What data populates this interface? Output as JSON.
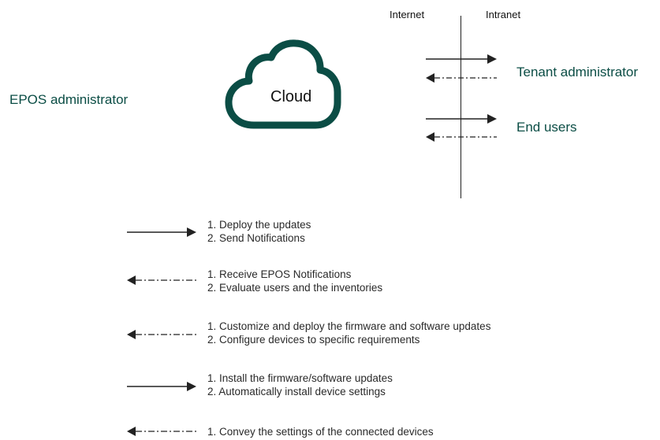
{
  "header": {
    "internet_label": "Internet",
    "intranet_label": "Intranet"
  },
  "actors": {
    "epos_admin": "EPOS administrator",
    "cloud": "Cloud",
    "tenant_admin": "Tenant administrator",
    "end_users": "End users"
  },
  "legend": [
    {
      "style": "solid",
      "lines": [
        "1. Deploy the updates",
        "2. Send Notifications"
      ]
    },
    {
      "style": "dash-dot",
      "lines": [
        "1. Receive EPOS Notifications",
        "2. Evaluate users and the inventories"
      ]
    },
    {
      "style": "dash-dot",
      "lines": [
        "1. Customize and deploy the firmware and software updates",
        "2. Configure devices to specific requirements"
      ]
    },
    {
      "style": "solid",
      "lines": [
        "1. Install the firmware/software updates",
        "2. Automatically install device settings"
      ]
    },
    {
      "style": "dash-dot",
      "lines": [
        "1. Convey the settings of the connected devices"
      ]
    }
  ],
  "colors": {
    "accent": "#0b4d45",
    "line": "#222222"
  }
}
